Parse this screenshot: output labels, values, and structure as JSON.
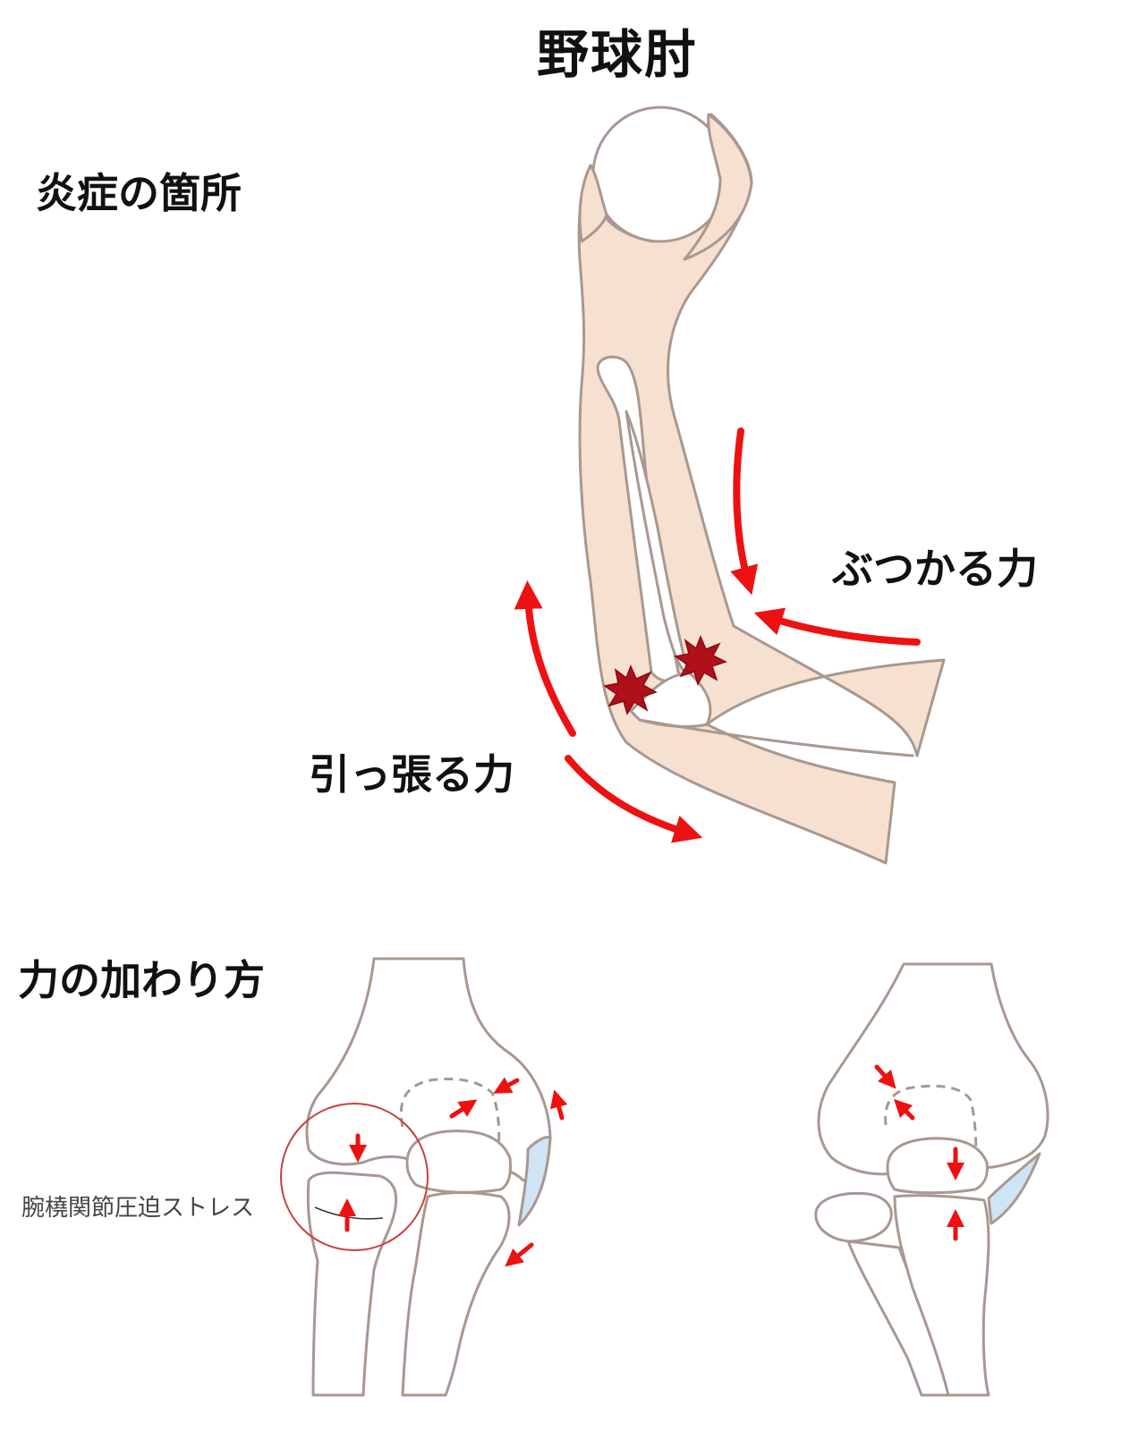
{
  "labels": {
    "title": "野球肘",
    "inflammation_sites": "炎症の箇所",
    "impact_force": "ぶつかる力",
    "pulling_force": "引っ張る力",
    "force_application": "力の加わり方",
    "radiocapitellar_stress": "腕橈関節圧迫ストレス"
  },
  "colors": {
    "skin": "#f6e0d0",
    "outline": "#a89890",
    "arrow": "#ee1111",
    "burst": "#b0101a",
    "cartilage": "#cfe4f5",
    "highlight_circle": "#c84040"
  },
  "icons": {
    "burst": "burst-icon"
  }
}
